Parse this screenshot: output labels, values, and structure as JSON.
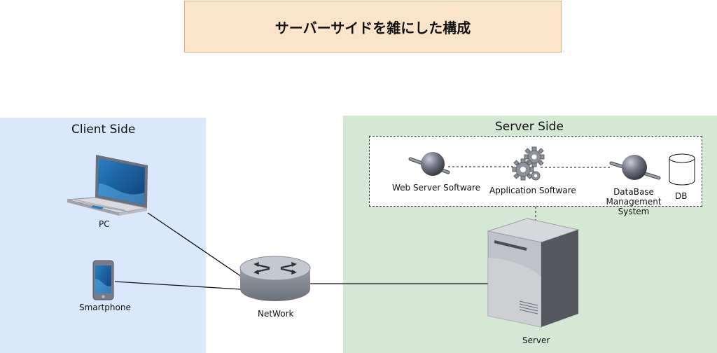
{
  "title": "サーバーサイドを雑にした構成",
  "client_zone": {
    "label": "Client Side"
  },
  "server_zone": {
    "label": "Server Side"
  },
  "nodes": {
    "pc": "PC",
    "smartphone": "Smartphone",
    "network": "NetWork",
    "server": "Server",
    "web_server_software": "Web Server Software",
    "application_software": "Application Software",
    "dbms": "DataBase\nManagement System",
    "db": "DB"
  },
  "colors": {
    "title_fill": "#fce4cb",
    "client_fill": "#dae8fc",
    "server_fill": "#d5e8d4"
  }
}
